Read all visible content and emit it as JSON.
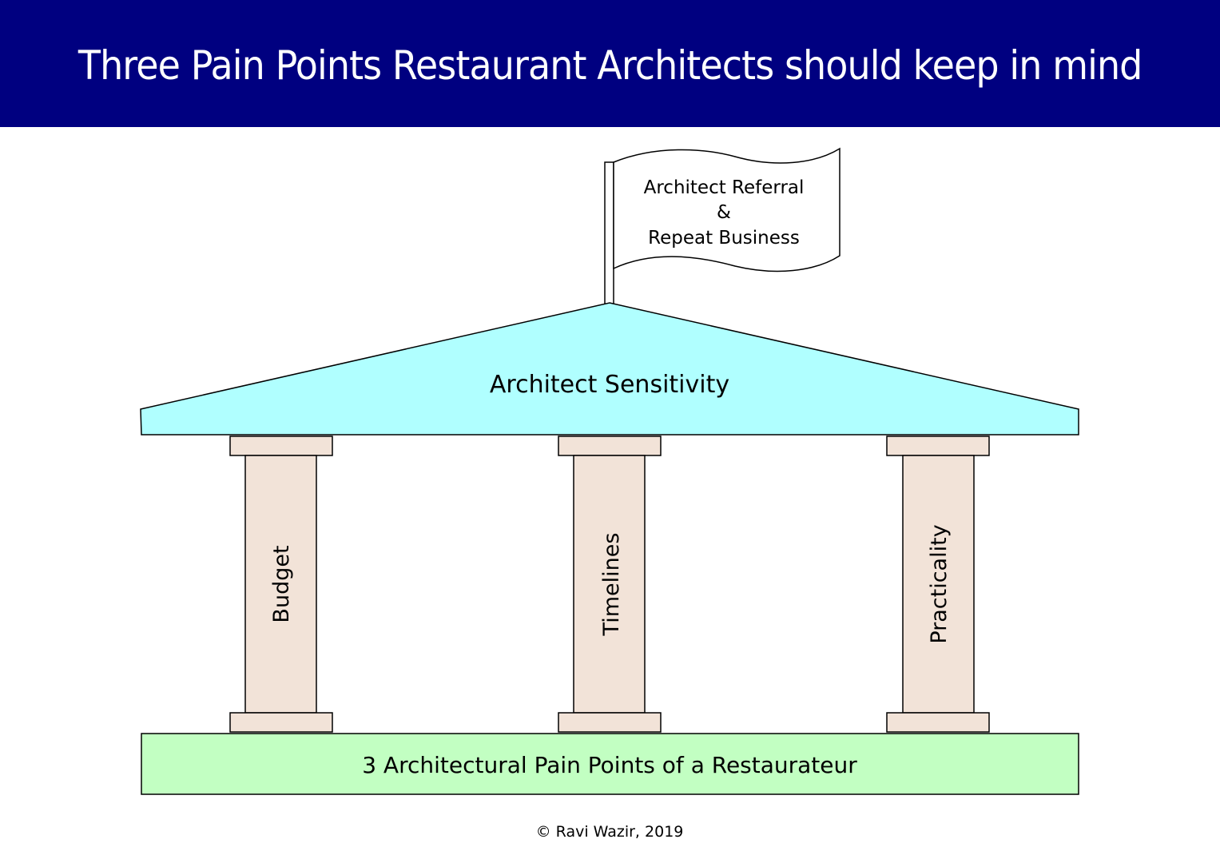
{
  "header": {
    "title": "Three Pain Points Restaurant Architects should keep in mind"
  },
  "flag": {
    "lines": [
      "Architect Referral",
      "&",
      "Repeat Business"
    ]
  },
  "roof": {
    "label": "Architect Sensitivity"
  },
  "pillars": [
    {
      "label": "Budget"
    },
    {
      "label": "Timelines"
    },
    {
      "label": "Practicality"
    }
  ],
  "base": {
    "label": "3 Architectural Pain Points of a Restaurateur"
  },
  "footer": {
    "copyright": "© Ravi Wazir, 2019"
  },
  "colors": {
    "header_bg": "#000080",
    "roof_fill": "#b0ffff",
    "pillar_fill": "#f2e3d8",
    "base_fill": "#c2ffc2"
  }
}
